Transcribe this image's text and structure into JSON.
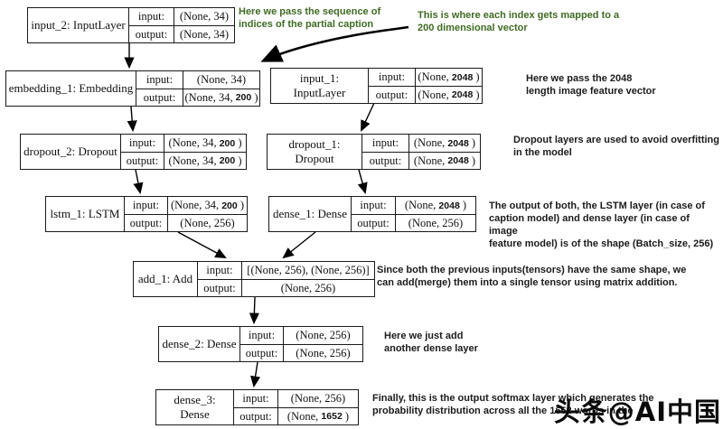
{
  "colors": {
    "annotation_green": "#3e6b22",
    "annotation_black": "#1b1b1b",
    "line": "#000000"
  },
  "diagram": {
    "nodes": [
      {
        "id": "input_2",
        "label": "input_2: InputLayer",
        "rows": [
          {
            "key": "input:",
            "pre": "(None, 34)",
            "bold": "",
            "post": ""
          },
          {
            "key": "output:",
            "pre": "(None, 34)",
            "bold": "",
            "post": ""
          }
        ]
      },
      {
        "id": "embedding_1",
        "label": "embedding_1: Embedding",
        "rows": [
          {
            "key": "input:",
            "pre": "(None, 34)",
            "bold": "",
            "post": ""
          },
          {
            "key": "output:",
            "pre": "(None, 34, ",
            "bold": "200",
            "post": " )"
          }
        ]
      },
      {
        "id": "input_1",
        "label": "input_1: InputLayer",
        "rows": [
          {
            "key": "input:",
            "pre": "(None, ",
            "bold": "2048",
            "post": " )"
          },
          {
            "key": "output:",
            "pre": "(None, ",
            "bold": "2048",
            "post": " )"
          }
        ]
      },
      {
        "id": "dropout_2",
        "label": "dropout_2: Dropout",
        "rows": [
          {
            "key": "input:",
            "pre": "(None, 34, ",
            "bold": "200",
            "post": " )"
          },
          {
            "key": "output:",
            "pre": "(None, 34, ",
            "bold": "200",
            "post": " )"
          }
        ]
      },
      {
        "id": "dropout_1",
        "label": "dropout_1: Dropout",
        "rows": [
          {
            "key": "input:",
            "pre": "(None, ",
            "bold": "2048",
            "post": " )"
          },
          {
            "key": "output:",
            "pre": "(None, ",
            "bold": "2048",
            "post": " )"
          }
        ]
      },
      {
        "id": "lstm_1",
        "label": "lstm_1: LSTM",
        "rows": [
          {
            "key": "input:",
            "pre": "(None, 34, ",
            "bold": "200",
            "post": " )"
          },
          {
            "key": "output:",
            "pre": "(None, 256)",
            "bold": "",
            "post": ""
          }
        ]
      },
      {
        "id": "dense_1",
        "label": "dense_1: Dense",
        "rows": [
          {
            "key": "input:",
            "pre": "(None, ",
            "bold": "2048",
            "post": " )"
          },
          {
            "key": "output:",
            "pre": "(None, 256)",
            "bold": "",
            "post": ""
          }
        ]
      },
      {
        "id": "add_1",
        "label": "add_1: Add",
        "rows": [
          {
            "key": "input:",
            "pre": "[(None, 256), (None, 256)]",
            "bold": "",
            "post": ""
          },
          {
            "key": "output:",
            "pre": "(None, 256)",
            "bold": "",
            "post": ""
          }
        ]
      },
      {
        "id": "dense_2",
        "label": "dense_2: Dense",
        "rows": [
          {
            "key": "input:",
            "pre": "(None, 256)",
            "bold": "",
            "post": ""
          },
          {
            "key": "output:",
            "pre": "(None, 256)",
            "bold": "",
            "post": ""
          }
        ]
      },
      {
        "id": "dense_3",
        "label": "dense_3: Dense",
        "rows": [
          {
            "key": "input:",
            "pre": "(None, 256)",
            "bold": "",
            "post": ""
          },
          {
            "key": "output:",
            "pre": "(None, ",
            "bold": "1652",
            "post": " )"
          }
        ]
      }
    ],
    "annotations": [
      {
        "id": "partial-caption-note",
        "color": "green",
        "text": "Here we pass the sequence of\nindices of the partial caption"
      },
      {
        "id": "embedding-note",
        "color": "green",
        "text": "This is where each index gets mapped to a\n200 dimensional vector"
      },
      {
        "id": "image-feature-note",
        "color": "black",
        "text": "Here we pass the 2048\nlength image feature vector"
      },
      {
        "id": "dropout-note",
        "color": "black",
        "text": "Dropout layers are used to avoid overfitting\nin the model"
      },
      {
        "id": "shape-note",
        "color": "black",
        "text": "The output of both, the LSTM layer (in case of\ncaption model) and dense layer (in case of image\nfeature model) is of the shape (Batch_size, 256)"
      },
      {
        "id": "add-note",
        "color": "black",
        "text": "Since both the previous inputs(tensors) have the same shape, we\ncan add(merge) them into a single tensor using matrix addition."
      },
      {
        "id": "dense2-note",
        "color": "black",
        "text": "Here we just add\nanother dense layer"
      },
      {
        "id": "softmax-note",
        "color": "black",
        "text": "Finally, this is the output softmax layer which generates the\nprobability distribution across all the 1652 words in the"
      }
    ],
    "watermark": "头条@AI中国"
  }
}
